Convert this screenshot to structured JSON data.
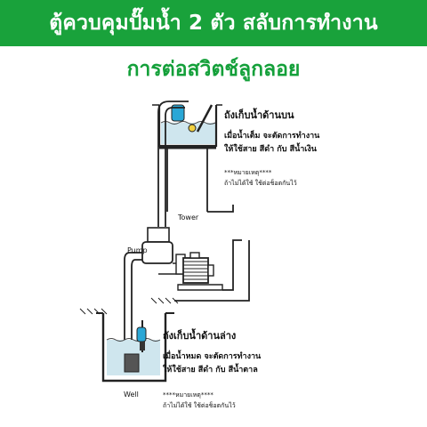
{
  "header": {
    "title": "ตู้ควบคุมปั๊มน้ำ 2 ตัว สลับการทำงาน"
  },
  "subtitle": "การต่อสวิตช์ลูกลอย",
  "diagram": {
    "upper_tank": {
      "title": "ถังเก็บน้ำด้านบน",
      "line1": "เมื่อน้ำเต็ม จะตัดการทำงาน",
      "line2": "ให้ใช้สาย สีดำ กับ สีน้ำเงิน",
      "note_heading": "***หมายเหตุ****",
      "note_text": "ถ้าไม่ได้ใช้ ใช้ต่อช็อตกันไว้",
      "tower_label": "Tower"
    },
    "pump_label": "Pump",
    "lower_tank": {
      "title": "ถังเก็บน้ำด้านล่าง",
      "line1": "เมื่อน้ำหมด จะตัดการทำงาน",
      "line2": "ให้ใช้สาย สีดำ กับ สีน้ำตาล",
      "note_heading": "****หมายเหตุ****",
      "note_text": "ถ้าไม่ได้ใช้ ใช้ต่อช็อตกันไว้",
      "well_label": "Well"
    },
    "colors": {
      "banner": "#19a23b",
      "subtitle": "#14a03a",
      "water": "#cfe6ee",
      "float": "#2aa7d6"
    }
  }
}
